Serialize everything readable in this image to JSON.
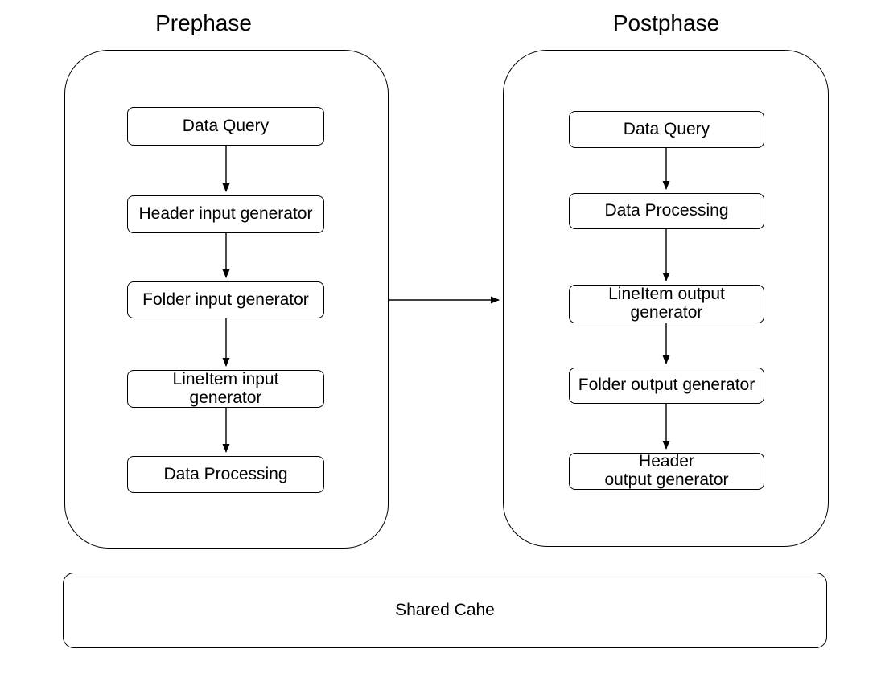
{
  "diagram": {
    "background_color": "#ffffff",
    "stroke_color": "#000000",
    "text_color": "#000000",
    "prephase": {
      "title": "Prephase",
      "nodes": {
        "data_query": "Data Query",
        "header_input_generator": "Header input generator",
        "folder_input_generator": "Folder input generator",
        "lineitem_input_generator": "LineItem input\ngenerator",
        "data_processing": "Data Processing"
      }
    },
    "postphase": {
      "title": "Postphase",
      "nodes": {
        "data_query": "Data Query",
        "data_processing": "Data Processing",
        "lineitem_output_generator": "LineItem output\ngenerator",
        "folder_output_generator": "Folder output generator",
        "header_output_generator": "Header\noutput generator"
      }
    },
    "shared_cache": {
      "label": "Shared Cahe"
    }
  }
}
